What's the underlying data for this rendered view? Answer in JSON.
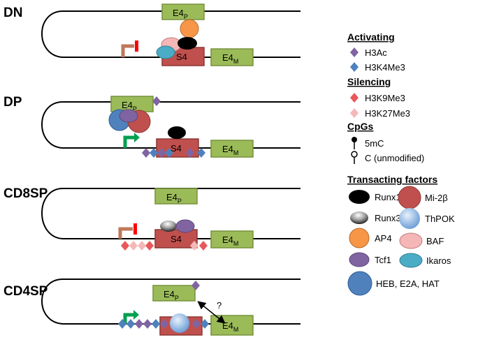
{
  "stages": {
    "dn": "DN",
    "dp": "DP",
    "cd8sp": "CD8SP",
    "cd4sp": "CD4SP"
  },
  "elements": {
    "e4p_main": "E4",
    "e4p_sub": "P",
    "e4m_main": "E4",
    "e4m_sub": "M",
    "s4": "S4"
  },
  "question_mark": "?",
  "legend": {
    "activating": {
      "heading": "Activating",
      "items": [
        "H3Ac",
        "H3K4Me3"
      ]
    },
    "silencing": {
      "heading": "Silencing",
      "items": [
        "H3K9Me3",
        "H3K27Me3"
      ]
    },
    "cpgs": {
      "heading": "CpGs",
      "items": [
        "5mC",
        "C (unmodified)"
      ]
    },
    "factors": {
      "heading": "Transacting factors",
      "items": [
        "Runx1",
        "Mi-2β",
        "Runx3",
        "ThPOK",
        "AP4",
        "BAF",
        "Tcf1",
        "Ikaros",
        "HEB, E2A, HAT"
      ]
    }
  },
  "colors": {
    "green_box": "#9bbb59",
    "green_border": "#76923c",
    "red_box": "#c0504d",
    "red_border": "#8c3836",
    "h3ac": "#8064a2",
    "h3k4me3": "#4f81bd",
    "h3k9me3": "#e8585a",
    "h3k27me3": "#f5b8b8",
    "runx1": "#000000",
    "mi2b": "#c0504d",
    "runx3": "#808080",
    "thpok": "#8db4e2",
    "ap4": "#f79646",
    "baf": "#f4b6b6",
    "tcf1": "#8064a2",
    "ikaros": "#4bacc6",
    "heb": "#4f81bd",
    "arrow_inactive": "#c0775a",
    "arrow_active": "#00a050",
    "stop_bar": "#ff0000"
  }
}
